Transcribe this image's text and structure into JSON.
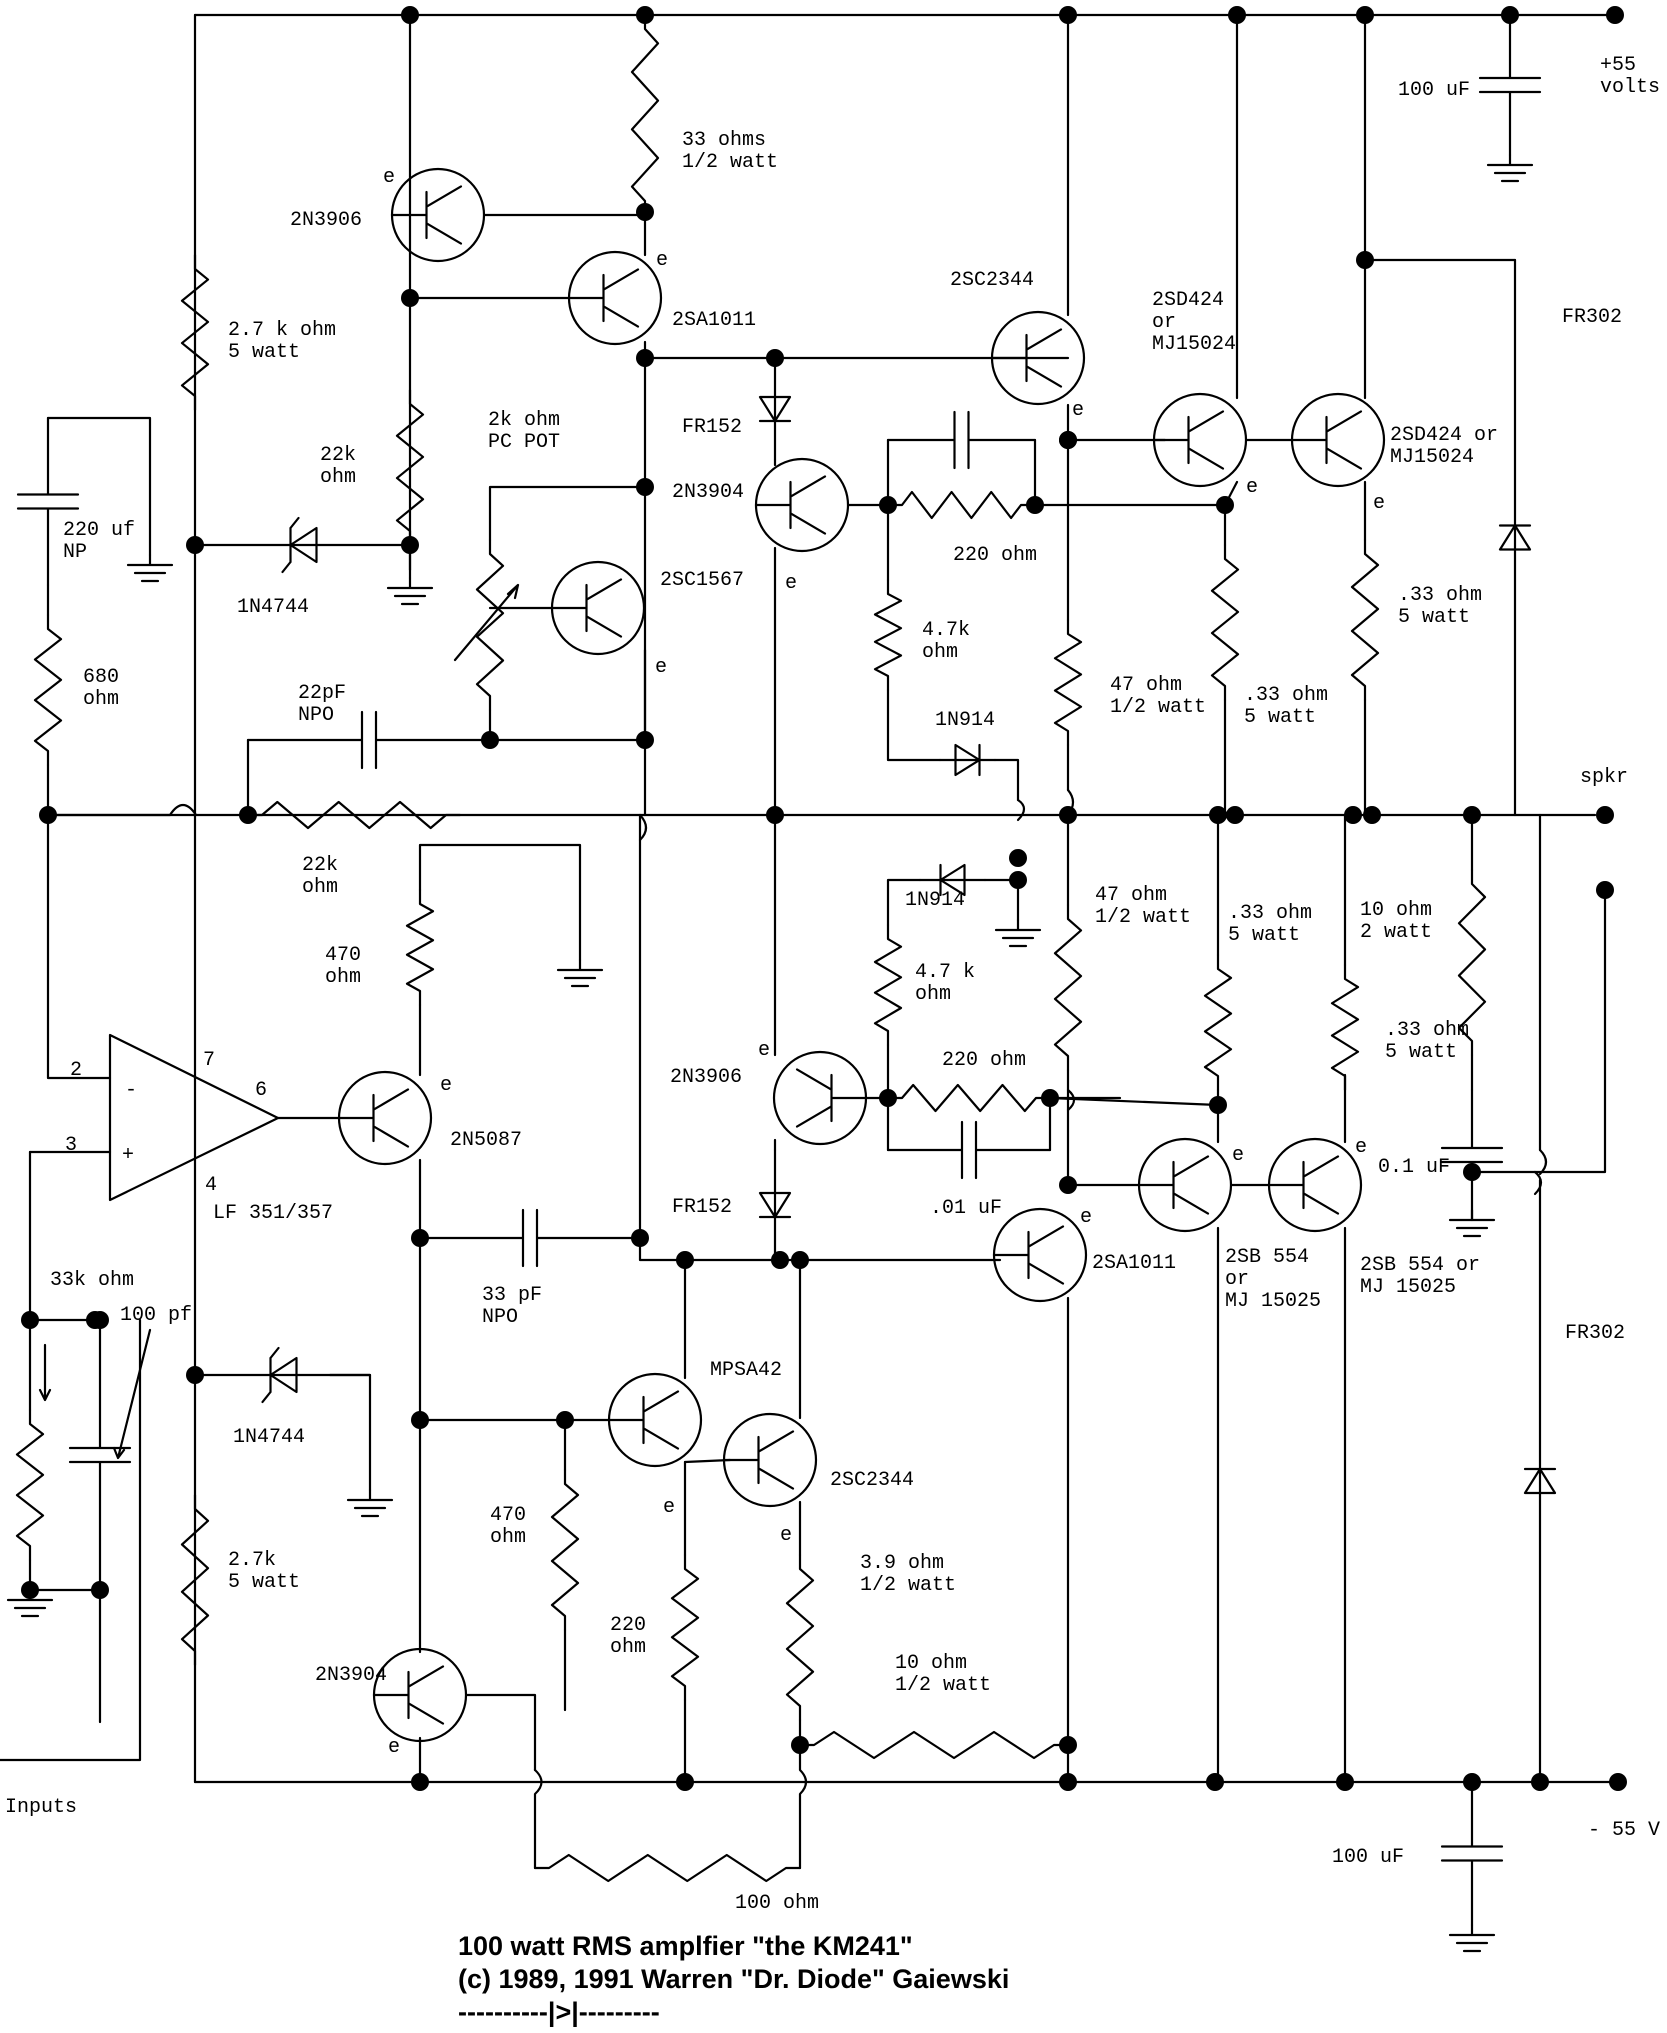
{
  "labels": {
    "supply_pos": "+55\nvolts",
    "supply_neg": "- 55 V",
    "cap_top": "100 uF",
    "cap_bot": "100 uF",
    "fr302_top": "FR302",
    "fr302_bot": "FR302",
    "spkr": "spkr",
    "inputs": "Inputs",
    "q_2n3906_top": "2N3906",
    "q_2sa1011_top": "2SA1011",
    "r_33": "33 ohms\n1/2 watt",
    "r_27k_top": "2.7 k ohm\n5 watt",
    "r_22k_bias": "22k\nohm",
    "pot": "2k ohm\nPC POT",
    "q_2sc1567": "2SC1567",
    "cap_220uf": "220 uf\nNP",
    "r_680": "680\nohm",
    "z_top": "1N4744",
    "cap_22pf": "22pF\nNPO",
    "r_22k_fb": "22k\nohm",
    "q_2sc2344_top": "2SC2344",
    "fr152_top": "FR152",
    "q_2n3904_top": "2N3904",
    "r_220_top": "220 ohm",
    "r_47k_top": "4.7k\nohm",
    "d_1n914_top": "1N914",
    "r_47_top": "47 ohm\n1/2 watt",
    "q_2sd424_a": "2SD424\nor\nMJ15024",
    "q_2sd424_b": "2SD424 or\nMJ15024",
    "r_033_a": ".33 ohm\n5 watt",
    "r_033_b": ".33 ohm\n5 watt",
    "r_470_top": "470\nohm",
    "opamp_pin2": "2",
    "opamp_pin3": "3",
    "opamp_pin7": "7",
    "opamp_pin6": "6",
    "opamp_pin4": "4",
    "opamp_minus": "-",
    "opamp_plus": "+",
    "opamp": "LF 351/357",
    "q_2n5087": "2N5087",
    "d_1n914_bot": "1N914",
    "r_47k_bot": "4.7 k\nohm",
    "r_47_bot": "47 ohm\n1/2 watt",
    "r_033_c": ".33 ohm\n5 watt",
    "r_10ohm_2w": "10 ohm\n2 watt",
    "r_033_d": ".33 ohm\n5 watt",
    "q_2n3906_bot": "2N3906",
    "r_220_bot": "220 ohm",
    "cap_01": ".01 uF",
    "cap_0_1": "0.1 uF",
    "fr152_bot": "FR152",
    "cap_33pf": "33 pF\nNPO",
    "q_2sa1011_bot": "2SA1011",
    "q_2sb554_a": "2SB 554\nor\nMJ 15025",
    "q_2sb554_b": "2SB 554 or\nMJ 15025",
    "r_33k": "33k ohm",
    "cap_100pf": "100 pf",
    "z_bot": "1N4744",
    "r_27k_bot": "2.7k\n5 watt",
    "q_mpsa42": "MPSA42",
    "q_2sc2344_bot": "2SC2344",
    "r_470_bot": "470\nohm",
    "r_220_low": "220\nohm",
    "r_39": "3.9 ohm\n1/2 watt",
    "r_10_half": "10 ohm\n1/2 watt",
    "q_2n3904_bot": "2N3904",
    "r_100": "100 ohm",
    "emitter_mark": "e"
  },
  "caption": {
    "line1": "100 watt RMS amplfier  \"the KM241\"",
    "line2": "(c) 1989, 1991 Warren \"Dr. Diode\" Gaiewski",
    "line3": "----------|>|---------"
  }
}
